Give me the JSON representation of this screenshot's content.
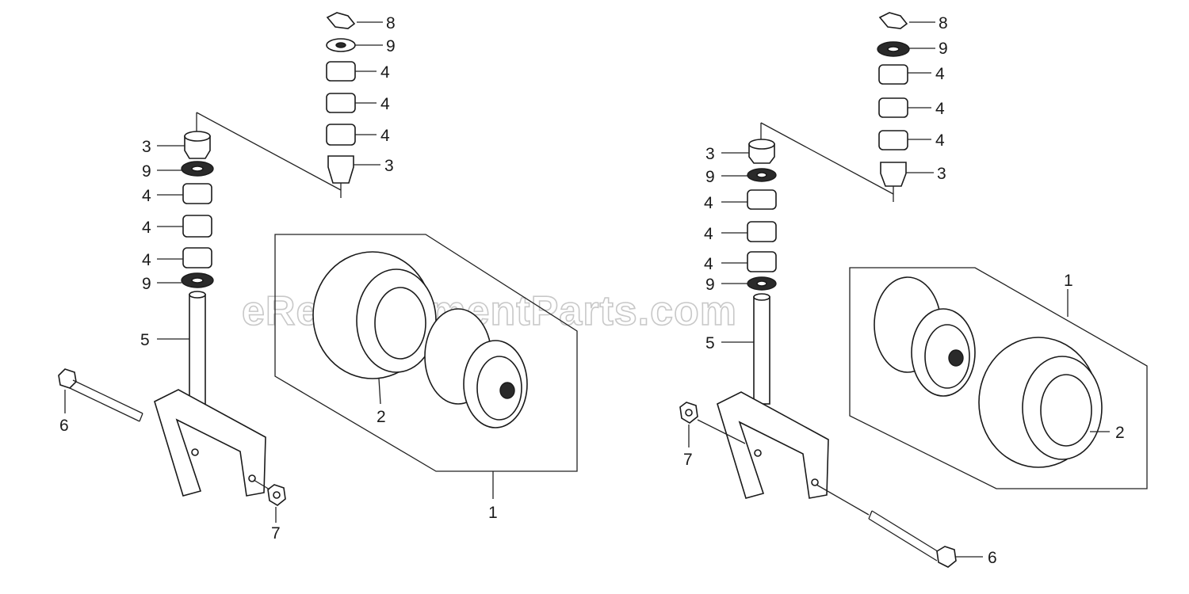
{
  "watermark": "eReplacementParts.com",
  "labels": {
    "l8": "8",
    "l9": "9",
    "l4": "4",
    "l3": "3",
    "l5": "5",
    "l6": "6",
    "l7": "7",
    "l1": "1",
    "l2": "2"
  },
  "colors": {
    "line": "#1a1a1a",
    "watermark": "#c8c8c8",
    "background": "#ffffff"
  }
}
